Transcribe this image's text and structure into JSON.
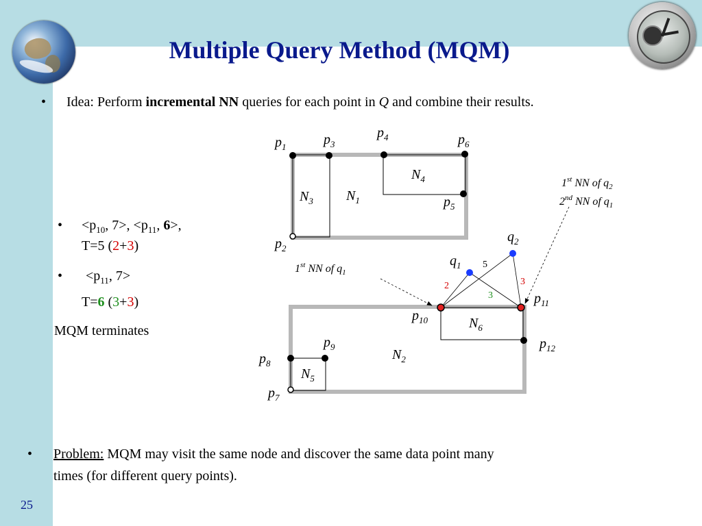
{
  "title": "Multiple Query Method (MQM)",
  "idea": {
    "prefix": "Idea: Perform ",
    "bold": "incremental NN",
    "middle": " queries for each point in ",
    "q": "Q",
    "suffix": " and combine their results."
  },
  "left_list": {
    "item1_part1": "<p",
    "item1_sub1": "10",
    "item1_part2": ", 7>, <p",
    "item1_sub2": "11",
    "item1_part3": ", ",
    "item1_bold": "6",
    "item1_part4": ">,",
    "t5_prefix": "T=5 (",
    "t5_a": "2",
    "t5_plus": "+",
    "t5_b": "3",
    "t5_close": ")",
    "item2_part1": "<p",
    "item2_sub": "11",
    "item2_part2": ", 7>",
    "t6_prefix": "T=",
    "t6_bold": "6",
    "t6_open": " (",
    "t6_a": "3",
    "t6_plus": "+",
    "t6_b": "3",
    "t6_close": ")",
    "terminates": "MQM terminates"
  },
  "problem": {
    "label": "Problem:",
    "text1": " MQM may visit the same node and discover the same data point many",
    "text2": "times (for different query points)."
  },
  "page_number": "25",
  "diagram": {
    "points": [
      {
        "name": "p",
        "sub": "1"
      },
      {
        "name": "p",
        "sub": "2"
      },
      {
        "name": "p",
        "sub": "3"
      },
      {
        "name": "p",
        "sub": "4"
      },
      {
        "name": "p",
        "sub": "5"
      },
      {
        "name": "p",
        "sub": "6"
      },
      {
        "name": "p",
        "sub": "7"
      },
      {
        "name": "p",
        "sub": "8"
      },
      {
        "name": "p",
        "sub": "9"
      },
      {
        "name": "p",
        "sub": "10"
      },
      {
        "name": "p",
        "sub": "11"
      },
      {
        "name": "p",
        "sub": "12"
      }
    ],
    "nodes": [
      {
        "name": "N",
        "sub": "1"
      },
      {
        "name": "N",
        "sub": "2"
      },
      {
        "name": "N",
        "sub": "3"
      },
      {
        "name": "N",
        "sub": "4"
      },
      {
        "name": "N",
        "sub": "5"
      },
      {
        "name": "N",
        "sub": "6"
      }
    ],
    "queries": [
      {
        "name": "q",
        "sub": "1"
      },
      {
        "name": "q",
        "sub": "2"
      }
    ],
    "distances": {
      "q1_q2": "5",
      "q1_p10": "2",
      "q2_p11": "3",
      "q1_p11": "3"
    },
    "annotation_q2": {
      "line1_pre": "1",
      "line1_sup": "st",
      "line1_text": " NN of q",
      "line1_sub": "2",
      "line2_pre": "2",
      "line2_sup": "nd",
      "line2_text": " NN of q",
      "line2_sub": "1"
    },
    "annotation_q1": {
      "pre": "1",
      "sup": "st",
      "text": " NN of q",
      "sub": "1"
    },
    "colors": {
      "query": "#1a3cff",
      "hit": "#e02020",
      "mbr": "#b8b8b8",
      "red_label": "#d40000",
      "green_label": "#1f8f1f"
    }
  }
}
